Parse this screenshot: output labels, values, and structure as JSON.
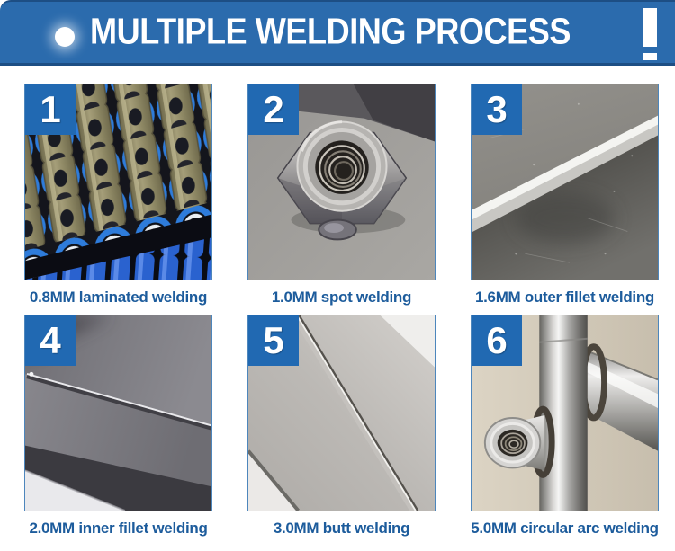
{
  "header": {
    "title": "MULTIPLE WELDING PROCESS"
  },
  "icons": {
    "bullet": "●",
    "exclamation": "!"
  },
  "panels": [
    {
      "number": "1",
      "caption": "0.8MM laminated welding"
    },
    {
      "number": "2",
      "caption": "1.0MM spot welding"
    },
    {
      "number": "3",
      "caption": "1.6MM outer fillet welding"
    },
    {
      "number": "4",
      "caption": "2.0MM inner fillet welding"
    },
    {
      "number": "5",
      "caption": "3.0MM butt welding"
    },
    {
      "number": "6",
      "caption": "5.0MM circular arc welding"
    }
  ],
  "colors": {
    "header_bg": "#2b6bad",
    "header_border": "#1d4e84",
    "header_text": "#ffffff",
    "badge_bg": "#2169b2",
    "caption_text": "#1d5c9c",
    "photo_border": "#4d86bc"
  }
}
